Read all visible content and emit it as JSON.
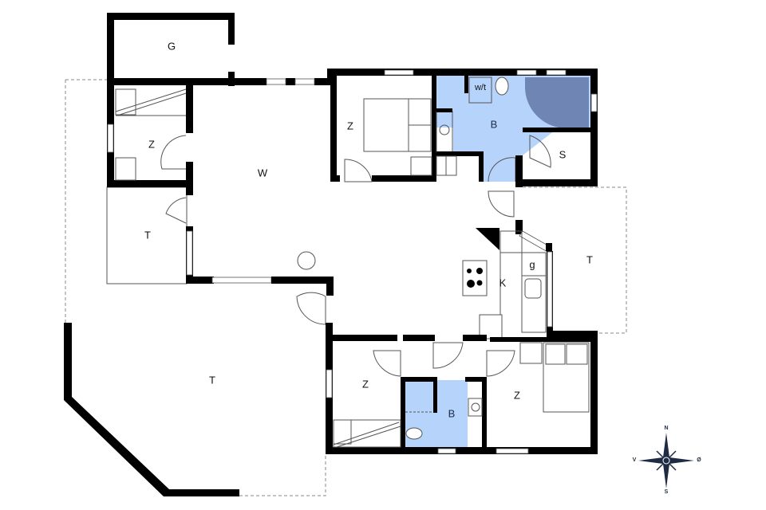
{
  "plan": {
    "colors": {
      "wall": "#000000",
      "bath": "#b5d3fb",
      "shower": "#6f86b5",
      "compass": "#1f2b44"
    },
    "rooms": {
      "garage": "G",
      "bedroom_nw": "Z",
      "living": "W",
      "bedroom_n": "Z",
      "bath_n": "B",
      "toilet_label": "w/t",
      "storage": "S",
      "terrace_w": "T",
      "terrace_e": "T",
      "kitchen": "K",
      "kitchen_g": "g",
      "terrace_sw": "T",
      "bedroom_s1": "Z",
      "bath_s": "B",
      "bedroom_s2": "Z"
    },
    "compass": {
      "north": "N",
      "south": "S",
      "west": "V",
      "east": "Ø"
    }
  }
}
